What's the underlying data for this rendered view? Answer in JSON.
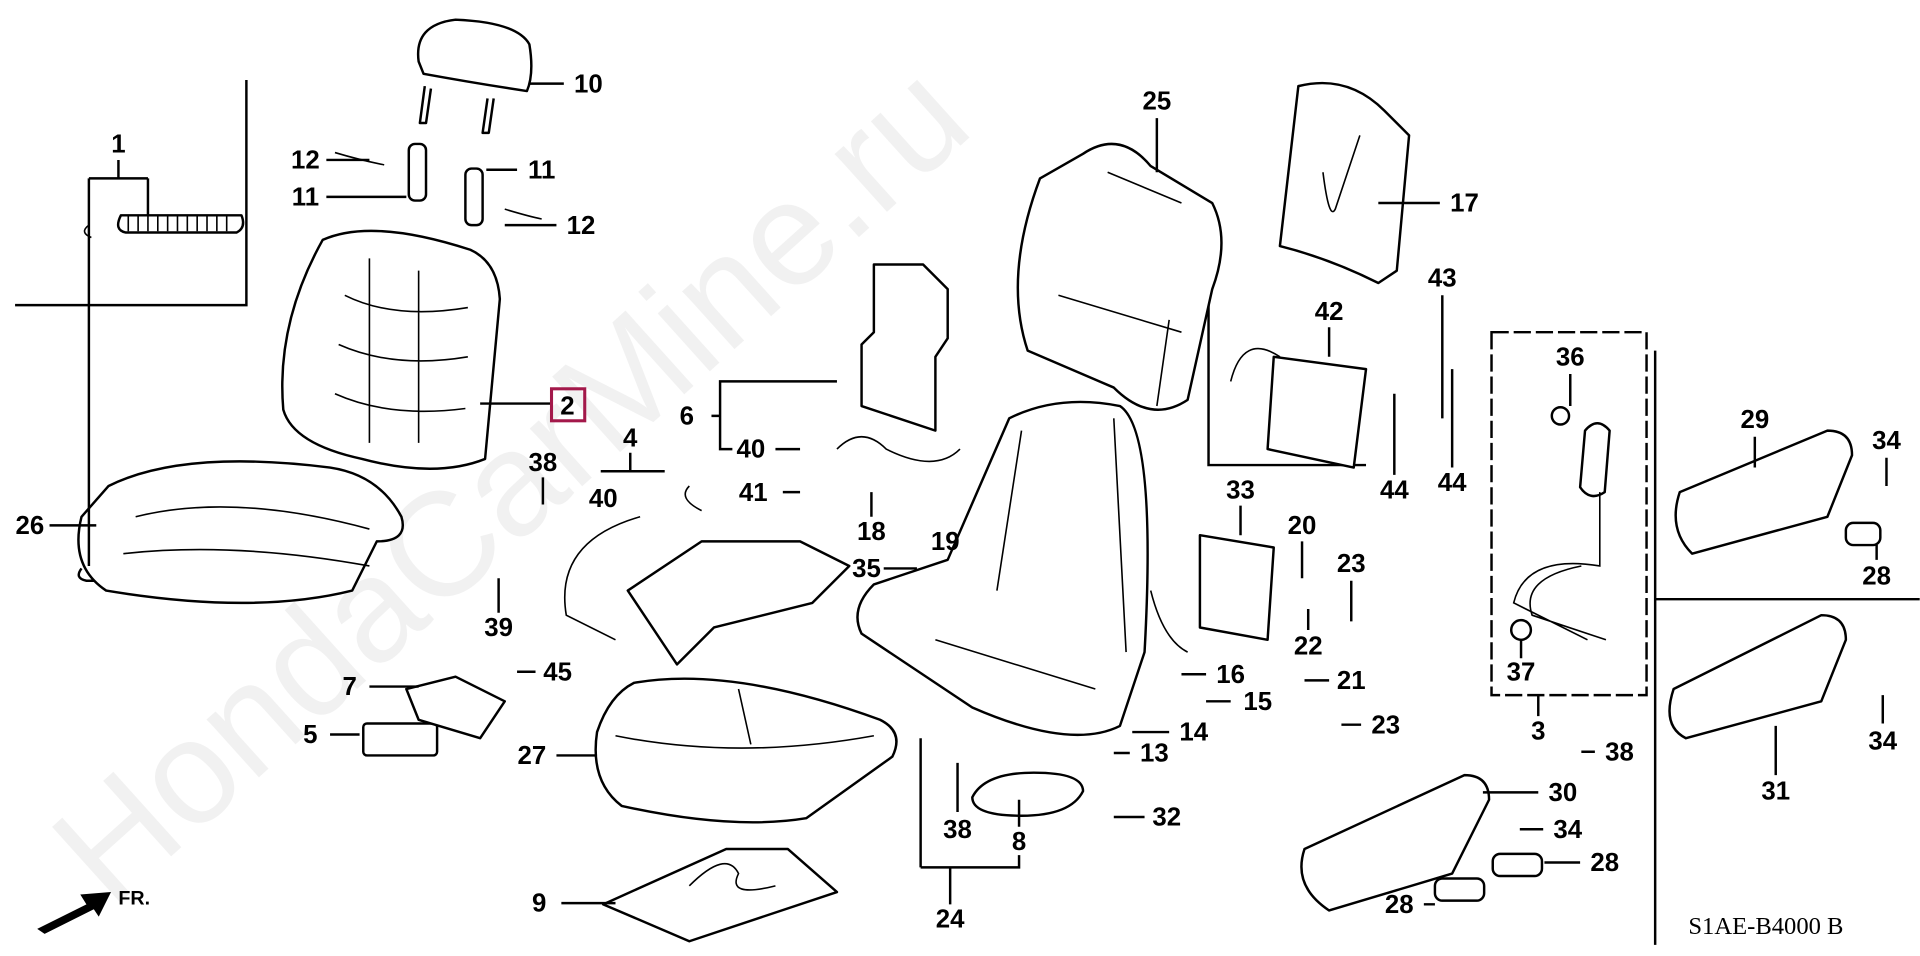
{
  "diagram": {
    "code": "S1AE-B4000 B",
    "direction_label": "FR.",
    "watermark": "HondaCarMine.ru",
    "highlight_color": "#a3184a",
    "highlighted_part": "2",
    "callouts": [
      "1",
      "10",
      "12",
      "11",
      "11",
      "12",
      "2",
      "26",
      "38",
      "40",
      "4",
      "39",
      "45",
      "7",
      "5",
      "6",
      "40",
      "41",
      "18",
      "19",
      "35",
      "27",
      "9",
      "25",
      "17",
      "42",
      "43",
      "44",
      "44",
      "33",
      "20",
      "23",
      "22",
      "21",
      "16",
      "15",
      "14",
      "13",
      "23",
      "32",
      "38",
      "8",
      "24",
      "36",
      "37",
      "3",
      "38",
      "29",
      "34",
      "28",
      "34",
      "31",
      "30",
      "34",
      "28",
      "28"
    ]
  }
}
